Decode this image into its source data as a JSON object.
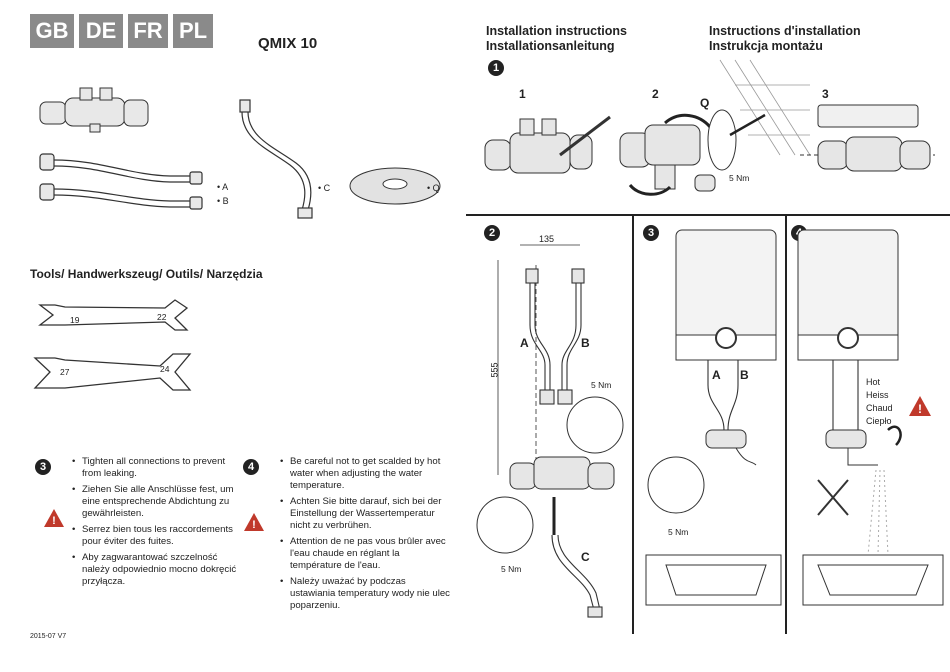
{
  "languages": [
    "GB",
    "DE",
    "FR",
    "PL"
  ],
  "product": "QMIX 10",
  "parts": {
    "a": "• A",
    "b": "• B",
    "c": "• C",
    "q": "• Q"
  },
  "tools": {
    "heading": "Tools/ Handwerkszeug/ Outils/ Narzędzia",
    "wrench_small": [
      "19",
      "22"
    ],
    "wrench_large": [
      "27",
      "24"
    ]
  },
  "notes": {
    "step3_num": "3",
    "step3": [
      "Tighten all connections to prevent from leaking.",
      "Ziehen Sie alle Anschlüsse fest, um eine entsprechende Abdichtung zu gewährleisten.",
      "Serrez bien tous les raccordements pour éviter des fuites.",
      "Aby zagwarantować szczelność należy odpowiednio mocno dokręcić przyłącza."
    ],
    "step4_num": "4",
    "step4": [
      "Be careful not to get scalded by hot water when adjusting the water temperature.",
      "Achten Sie bitte darauf, sich bei der Einstellung der Wassertemperatur nicht zu verbrühen.",
      "Attention de ne pas vous brûler avec l'eau chaude en réglant la température de l'eau.",
      "Należy uważać by podczas ustawiania temperatury wody nie ulec poparzeniu."
    ],
    "warning_glyph": "!"
  },
  "header": {
    "left_line1": "Installation instructions",
    "left_line2": "Installationsanleitung",
    "right_line1": "Instructions d'installation",
    "right_line2": "Instrukcja montażu"
  },
  "step1": {
    "num": "1",
    "sub": [
      "1",
      "2",
      "3"
    ],
    "q_label": "Q",
    "torque": "5 Nm"
  },
  "step2": {
    "num": "2",
    "dim_horizontal": "135",
    "dim_vertical": "555",
    "label_a": "A",
    "label_b": "B",
    "label_c": "C",
    "torque_top": "5 Nm",
    "torque_bottom": "5 Nm"
  },
  "step3": {
    "num": "3",
    "label_a": "A",
    "label_b": "B",
    "torque": "5 Nm"
  },
  "step4": {
    "num": "4",
    "temps": [
      "Hot",
      "Heiss",
      "Chaud",
      "Ciepło"
    ]
  },
  "footer": "2015-07  V7"
}
